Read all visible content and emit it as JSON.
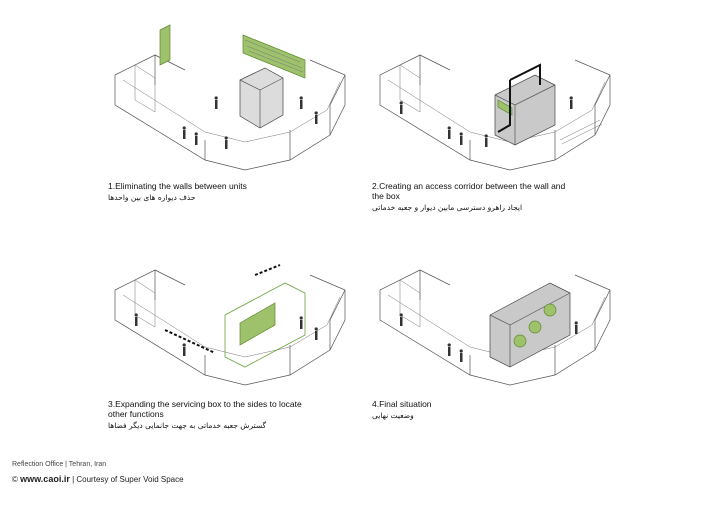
{
  "panels": [
    {
      "number": "1",
      "title": "1.Eliminating the walls between units",
      "subtitle_fa": "حذف دیواره های بین واحدها"
    },
    {
      "number": "2",
      "title": "2.Creating an access corridor between the wall and the box",
      "subtitle_fa": "ایجاد راهرو دسترسی مابین دیوار و جعبه خدماتی"
    },
    {
      "number": "3",
      "title": "3.Expanding the servicing box to the sides to locate other functions",
      "subtitle_fa": "گسترش جعبه خدماتی به جهت جانمایی دیگر فضاها"
    },
    {
      "number": "4",
      "title": "4.Final situation",
      "subtitle_fa": "وضعیت نهایی"
    }
  ],
  "footer": {
    "project": "Reflection Office | Tehran, Iran",
    "copyright_symbol": "©",
    "site": "www.caoi.ir",
    "separator": "|",
    "courtesy": "Courtesy of Super Void Space"
  },
  "colors": {
    "accent_green": "#9dc26b",
    "box_grey": "#d0d0d0",
    "line": "#555555"
  }
}
